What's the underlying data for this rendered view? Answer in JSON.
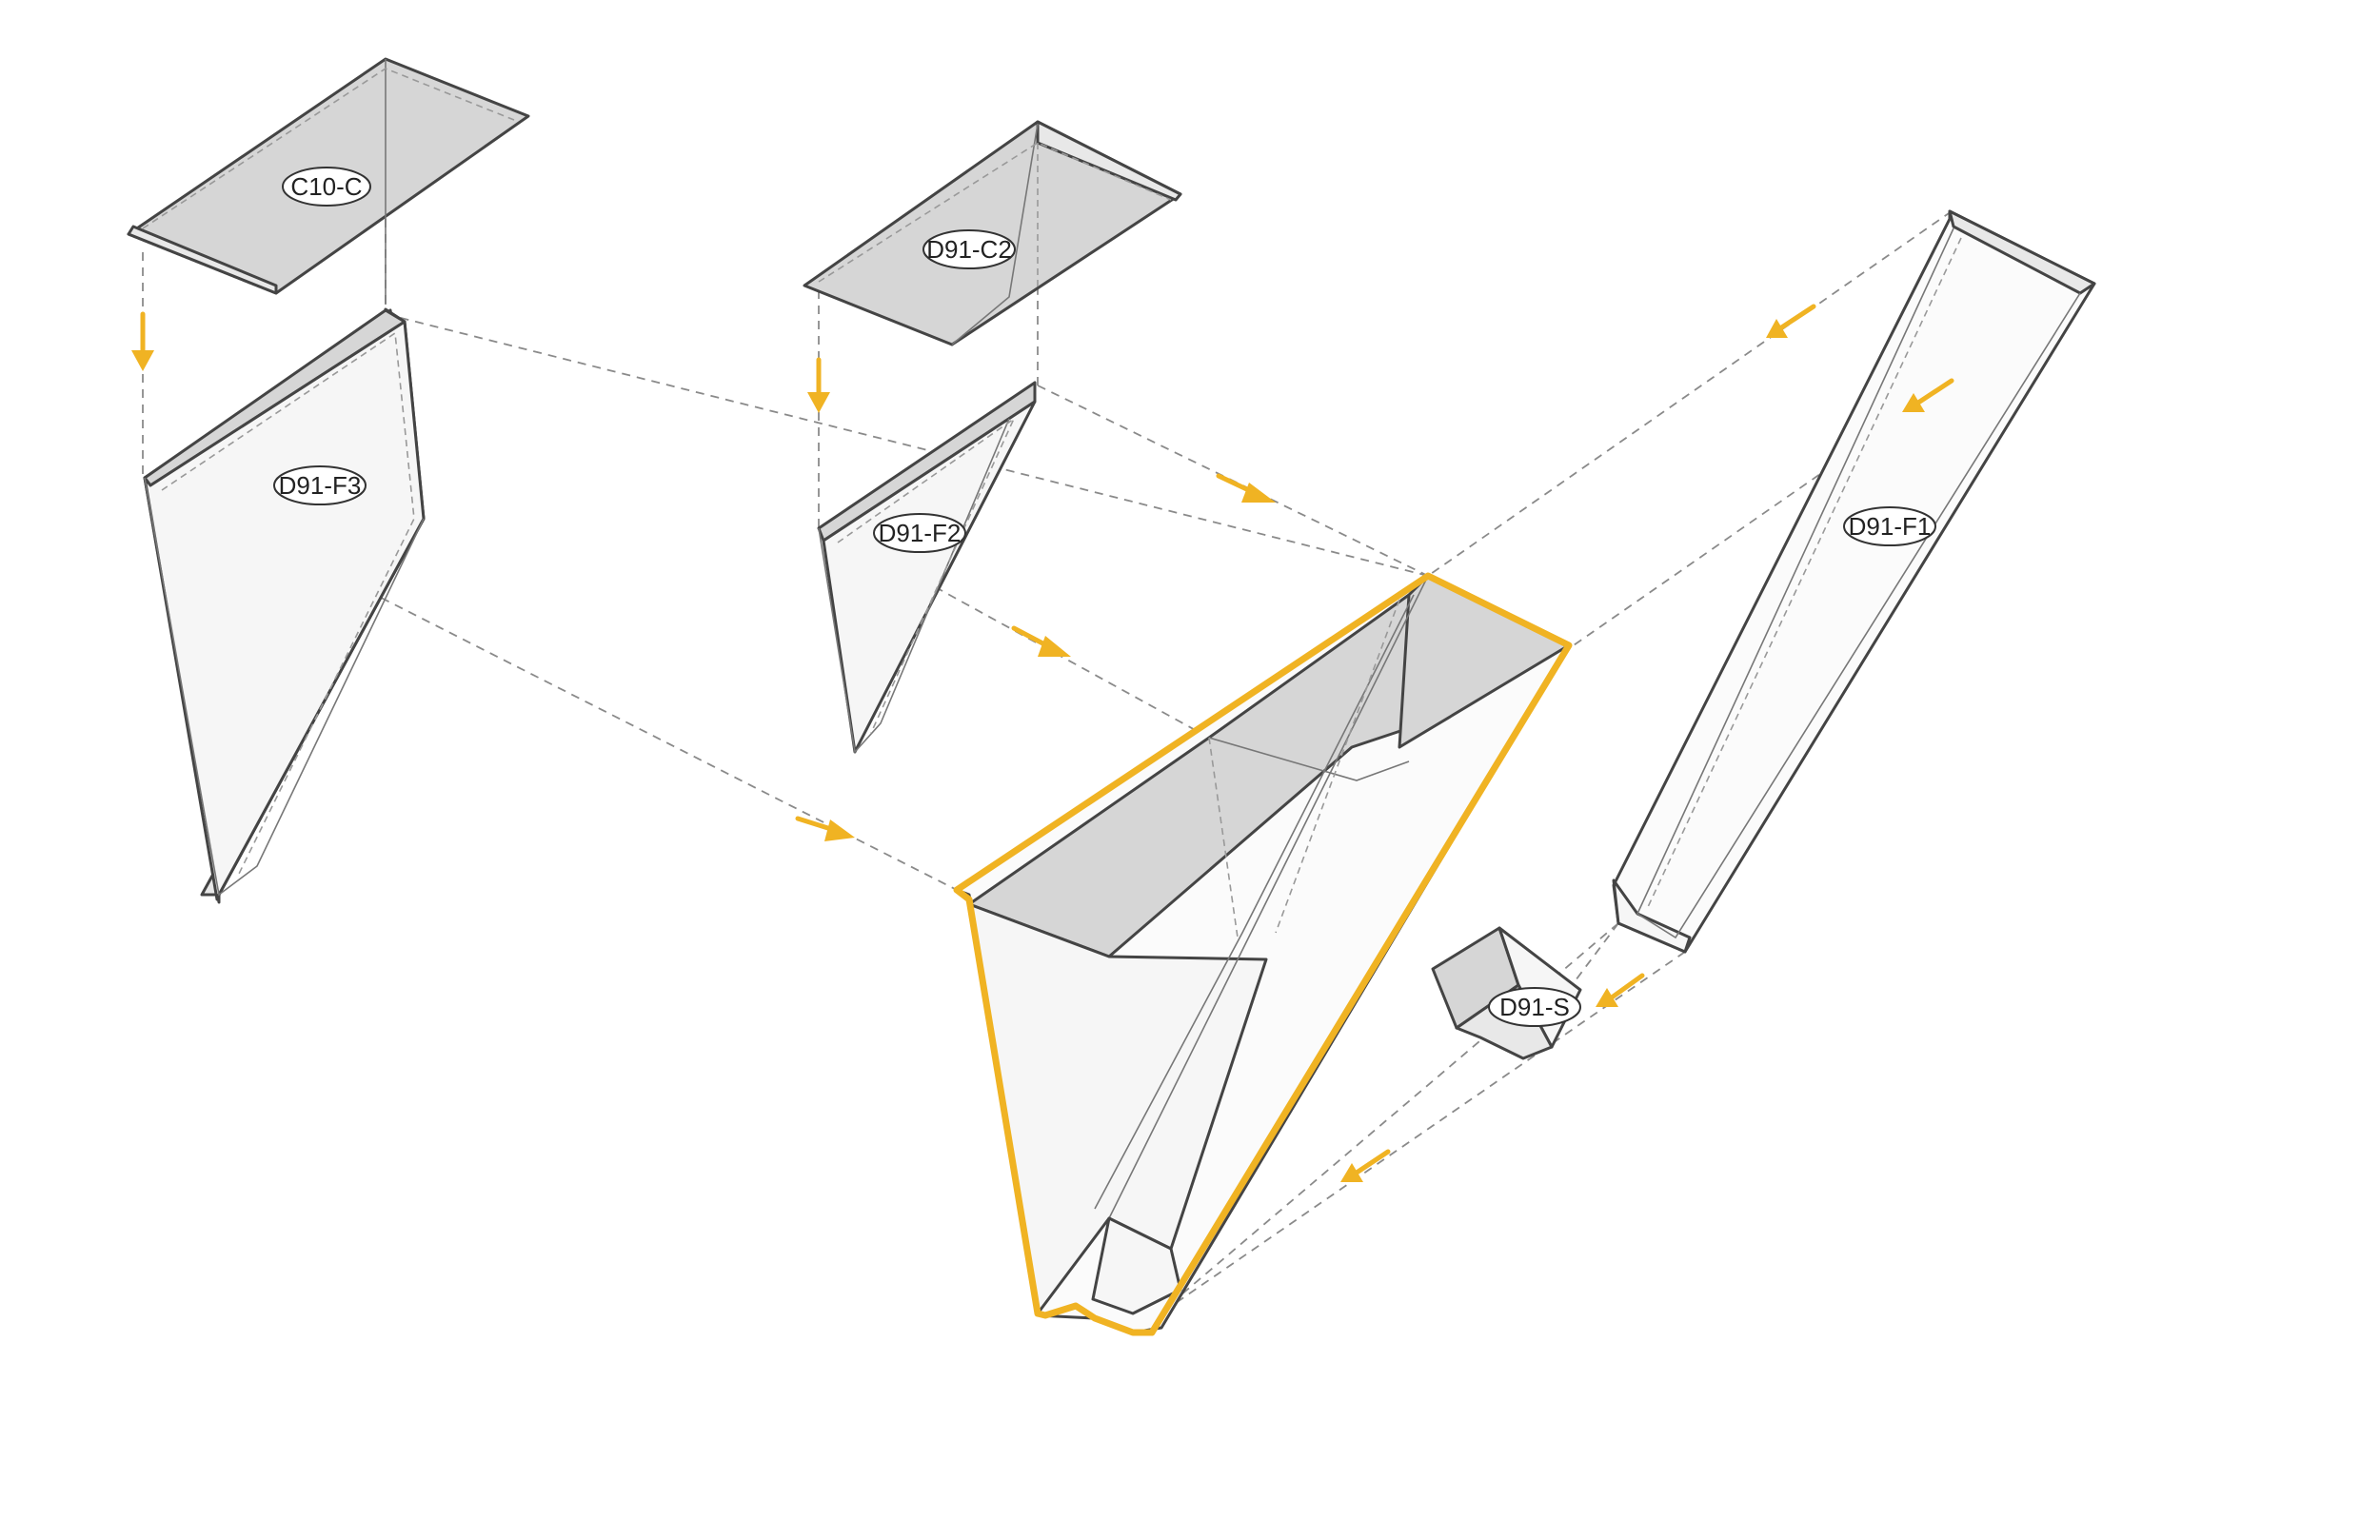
{
  "labels": {
    "c10_c": "C10-C",
    "d91_c2": "D91-C2",
    "d91_f3": "D91-F3",
    "d91_f2": "D91-F2",
    "d91_f1": "D91-F1",
    "d91_s": "D91-S"
  },
  "colors": {
    "highlight": "#f0b323",
    "arrow": "#f0b323",
    "part_fill": "#d6d6d6",
    "outline": "#444444",
    "guide": "#8a8a8a"
  },
  "icons": {
    "arrow": "assembly-direction-arrow"
  }
}
